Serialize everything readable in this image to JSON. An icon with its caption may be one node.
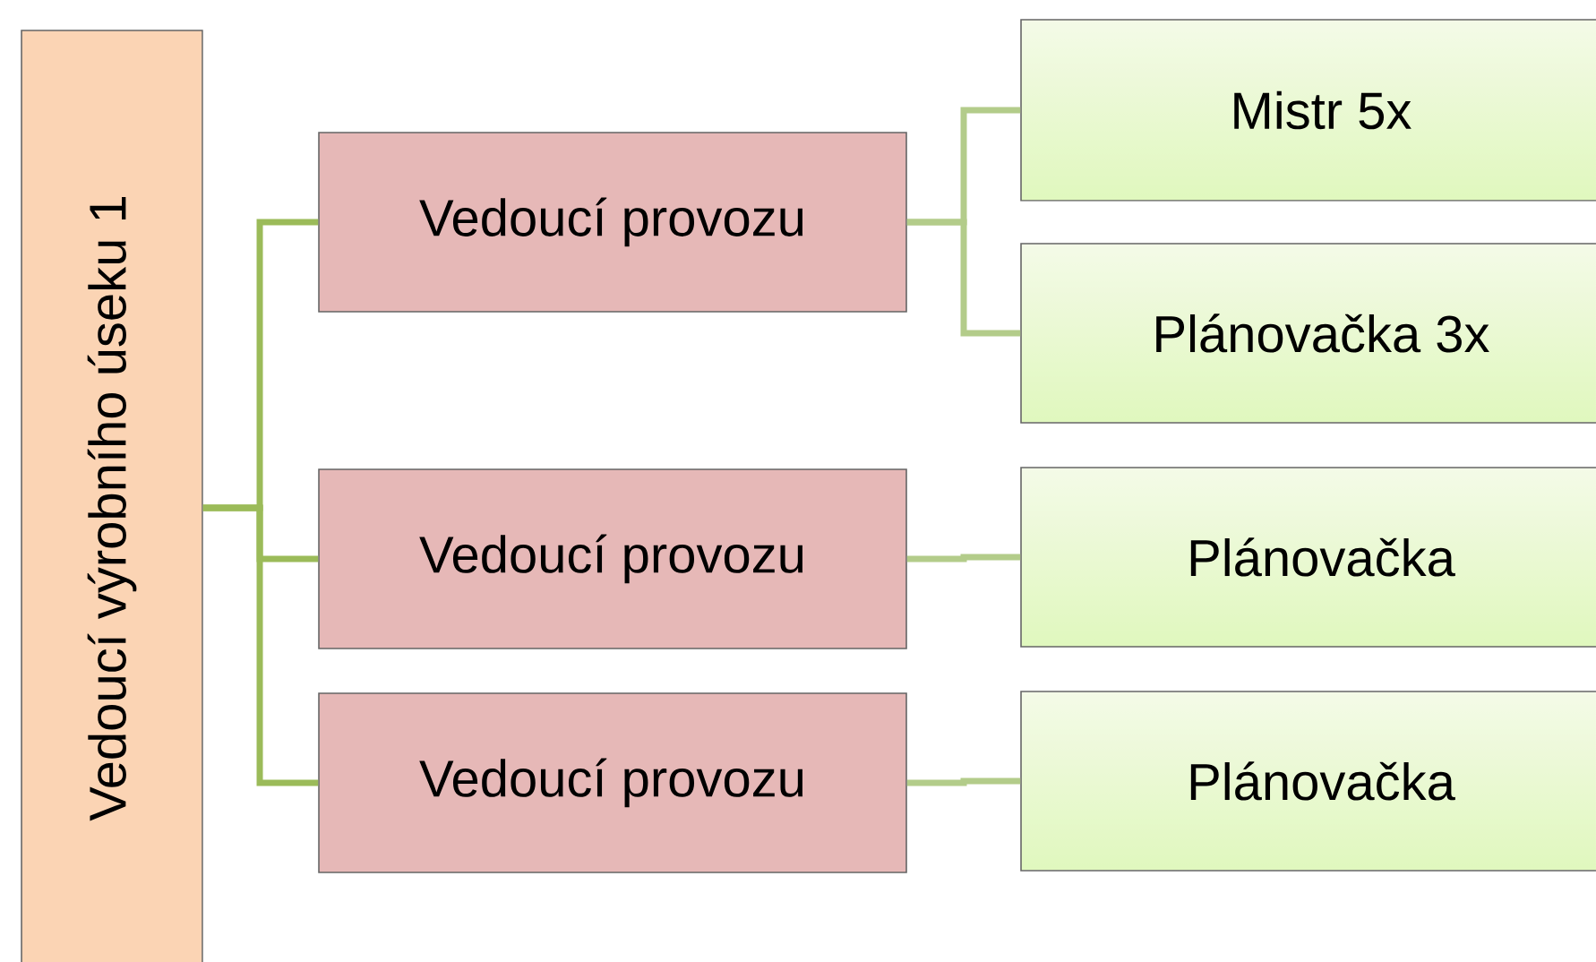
{
  "diagram": {
    "nodes": [
      {
        "text": [
          "Vedoucí výrobního úseku 1"
        ]
      },
      {
        "text": [
          "Vedoucí provozu"
        ]
      },
      {
        "text": [
          "Vedoucí provozu"
        ]
      },
      {
        "text": [
          "Vedoucí provozu"
        ]
      },
      {
        "text": [
          "Mistr 5x"
        ]
      },
      {
        "text": [
          "Plánovačka 3x"
        ]
      },
      {
        "text": [
          "Plánovačka"
        ]
      },
      {
        "text": [
          "Plánovačka"
        ]
      }
    ],
    "edges": [
      {
        "from": 0,
        "to": 1,
        "arrow": "none",
        "color": "#9bbb59"
      },
      {
        "from": 0,
        "to": 2,
        "arrow": "none",
        "color": "#9bbb59"
      },
      {
        "from": 0,
        "to": 3,
        "arrow": "none",
        "color": "#9bbb59"
      },
      {
        "from": 1,
        "to": 4,
        "arrow": "none"
      },
      {
        "from": 1,
        "to": 5,
        "arrow": "none"
      },
      {
        "from": 2,
        "to": 6,
        "arrow": "none"
      },
      {
        "from": 3,
        "to": 7,
        "arrow": "none"
      }
    ]
  }
}
